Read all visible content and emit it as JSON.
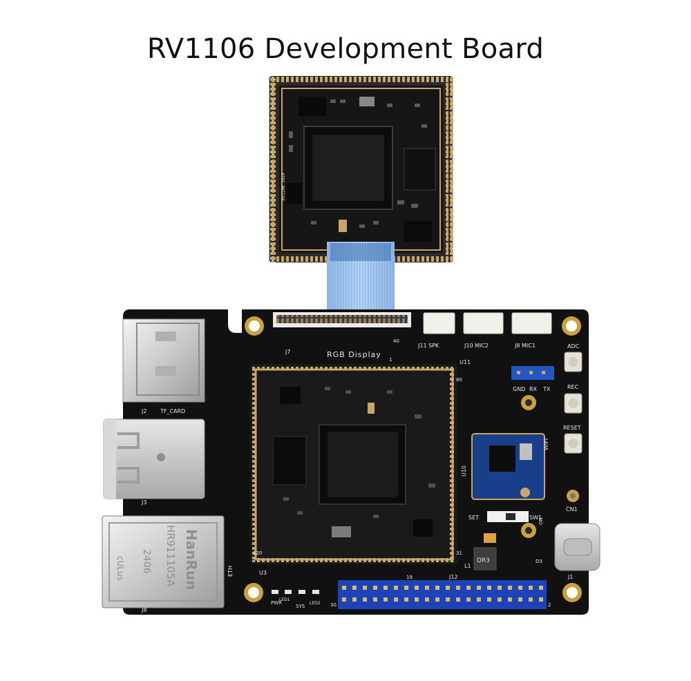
{
  "title": "RV1106 Development Board",
  "board": {
    "rgb_display": "RGB Display",
    "connectors": {
      "j7": "J7",
      "j1": "J1",
      "j2": "J2",
      "j3": "J3",
      "j8": "J8",
      "j12": "J12",
      "tf_card": "TF_CARD",
      "eth": "ETH",
      "j11_spk": "J11 SPK",
      "j10_mic2": "J10 MIC2",
      "j8_mic1": "J8 MIC1"
    },
    "uart": {
      "gnd": "GND",
      "rx": "RX",
      "tx": "TX"
    },
    "buttons": {
      "adc": "ADC",
      "rec": "REC",
      "reset": "RESET"
    },
    "leds": {
      "pwr": "PWR",
      "sys": "SYS",
      "led1": "LED1",
      "led2": "LED2"
    },
    "switch": {
      "set": "SET",
      "on": "ON",
      "sw1": "SW1"
    },
    "rj45": {
      "brand": "HanRun",
      "model": "HR911105A",
      "code": "2406",
      "cert": "cULus"
    },
    "parts": {
      "u3": "U3",
      "u10": "U10",
      "u11": "U11",
      "cn1": "CN1",
      "wifi": "WIFI",
      "l1": "L1",
      "dr3": "DR3",
      "d3": "D3"
    },
    "pins": {
      "p1": "1",
      "p2": "2",
      "p19": "19",
      "p30": "30",
      "p31": "31",
      "p40": "40",
      "p80": "80",
      "p120": "120"
    },
    "module_print": "RV1106 2024"
  }
}
